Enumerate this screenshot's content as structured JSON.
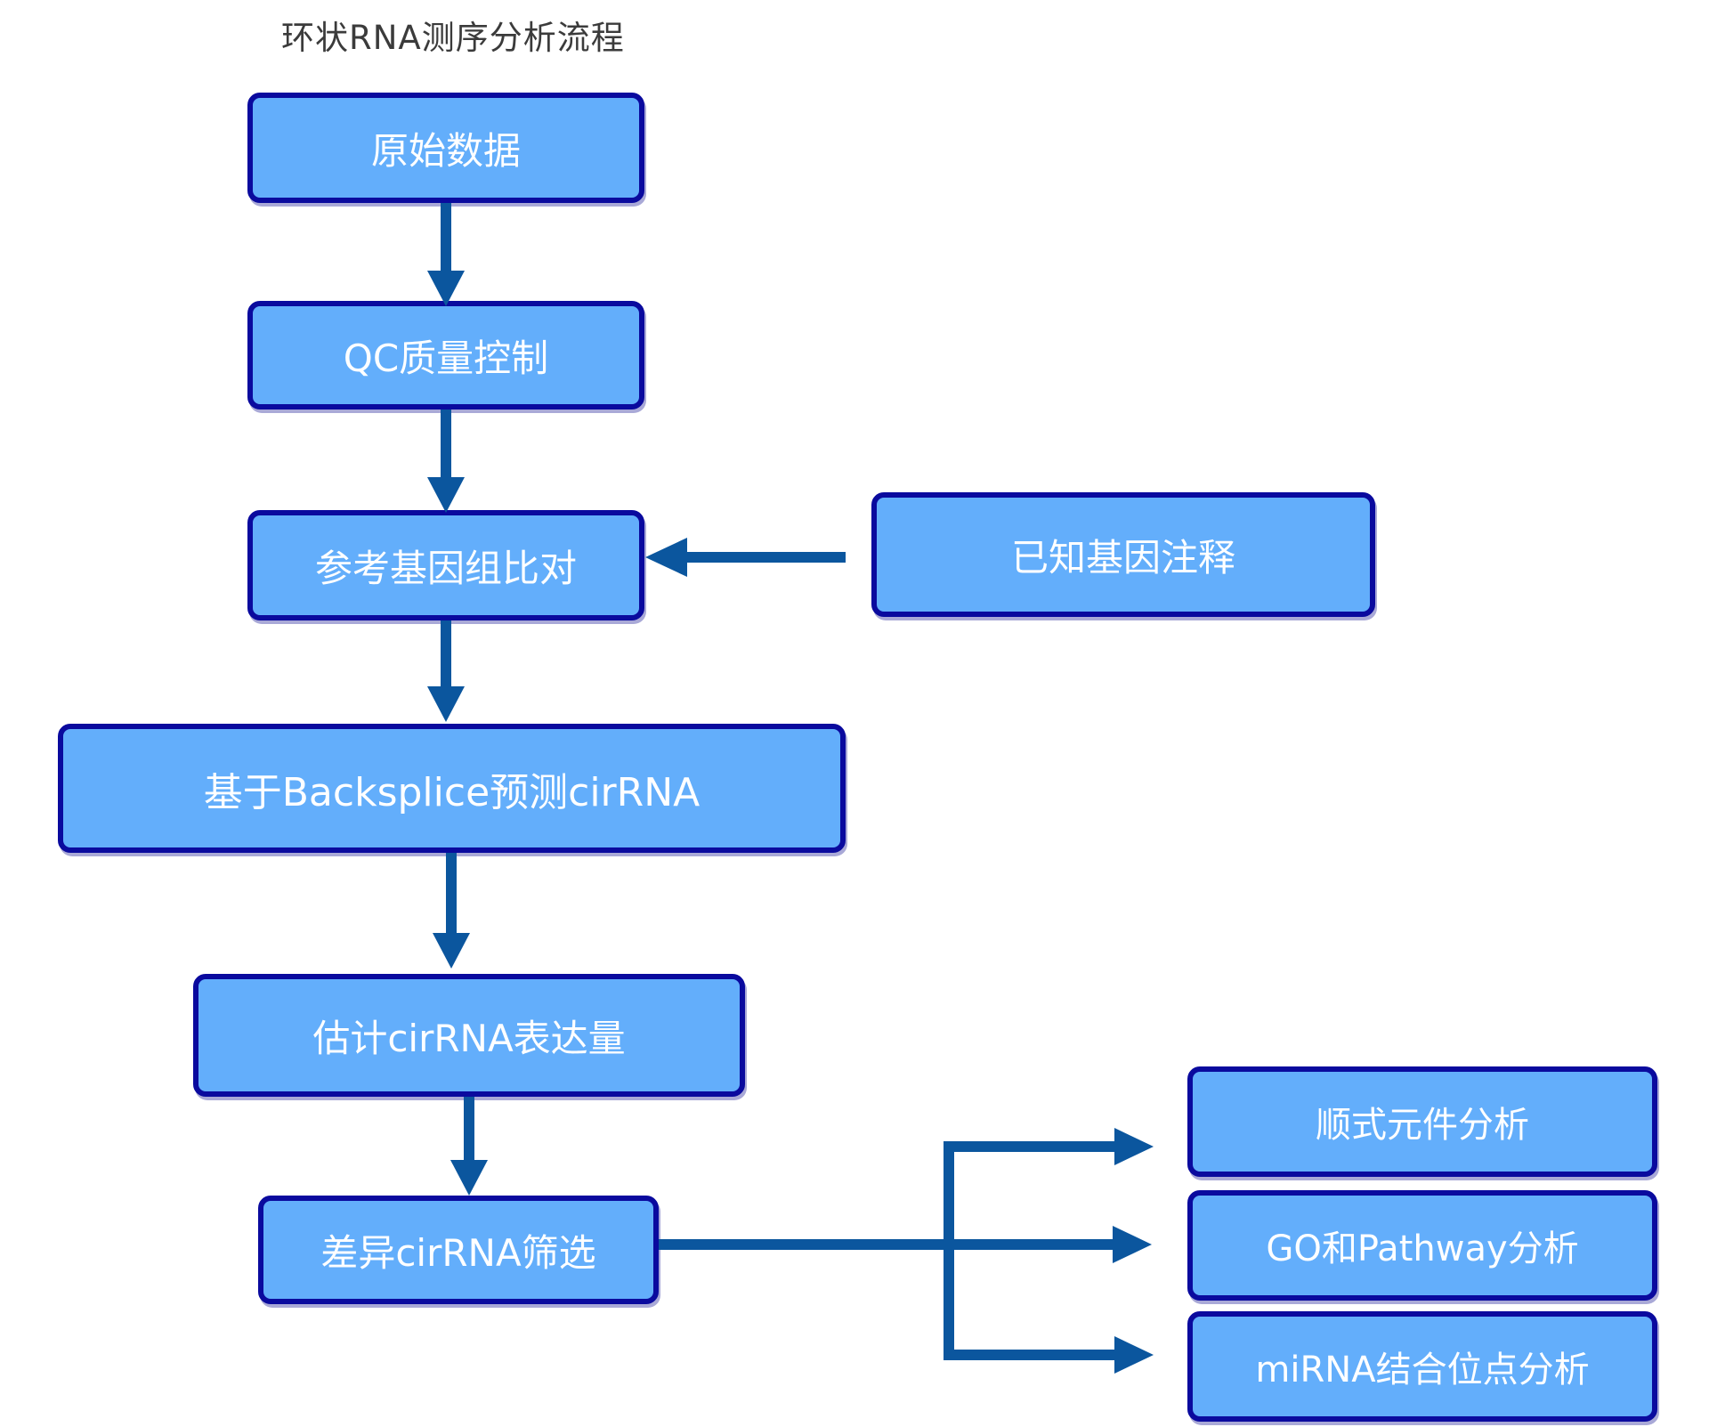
{
  "title": "环状RNA测序分析流程",
  "colors": {
    "node_fill": "#63aefb",
    "node_border": "#0a0a9e",
    "arrow": "#0b569e",
    "title_text": "#3b3b3b",
    "node_text": "#ffffff",
    "background": "#ffffff"
  },
  "nodes": {
    "raw_data": {
      "label": "原始数据"
    },
    "qc": {
      "label": "QC质量控制"
    },
    "alignment": {
      "label": "参考基因组比对"
    },
    "annotation": {
      "label": "已知基因注释"
    },
    "backsplice": {
      "label": "基于Backsplice预测cirRNA"
    },
    "expression": {
      "label": "估计cirRNA表达量"
    },
    "diff": {
      "label": "差异cirRNA筛选"
    },
    "cis": {
      "label": "顺式元件分析"
    },
    "go": {
      "label": "GO和Pathway分析"
    },
    "mirna": {
      "label": "miRNA结合位点分析"
    }
  },
  "edges": [
    {
      "from": "raw_data",
      "to": "qc"
    },
    {
      "from": "qc",
      "to": "alignment"
    },
    {
      "from": "annotation",
      "to": "alignment"
    },
    {
      "from": "alignment",
      "to": "backsplice"
    },
    {
      "from": "backsplice",
      "to": "expression"
    },
    {
      "from": "expression",
      "to": "diff"
    },
    {
      "from": "diff",
      "to": "cis"
    },
    {
      "from": "diff",
      "to": "go"
    },
    {
      "from": "diff",
      "to": "mirna"
    }
  ]
}
